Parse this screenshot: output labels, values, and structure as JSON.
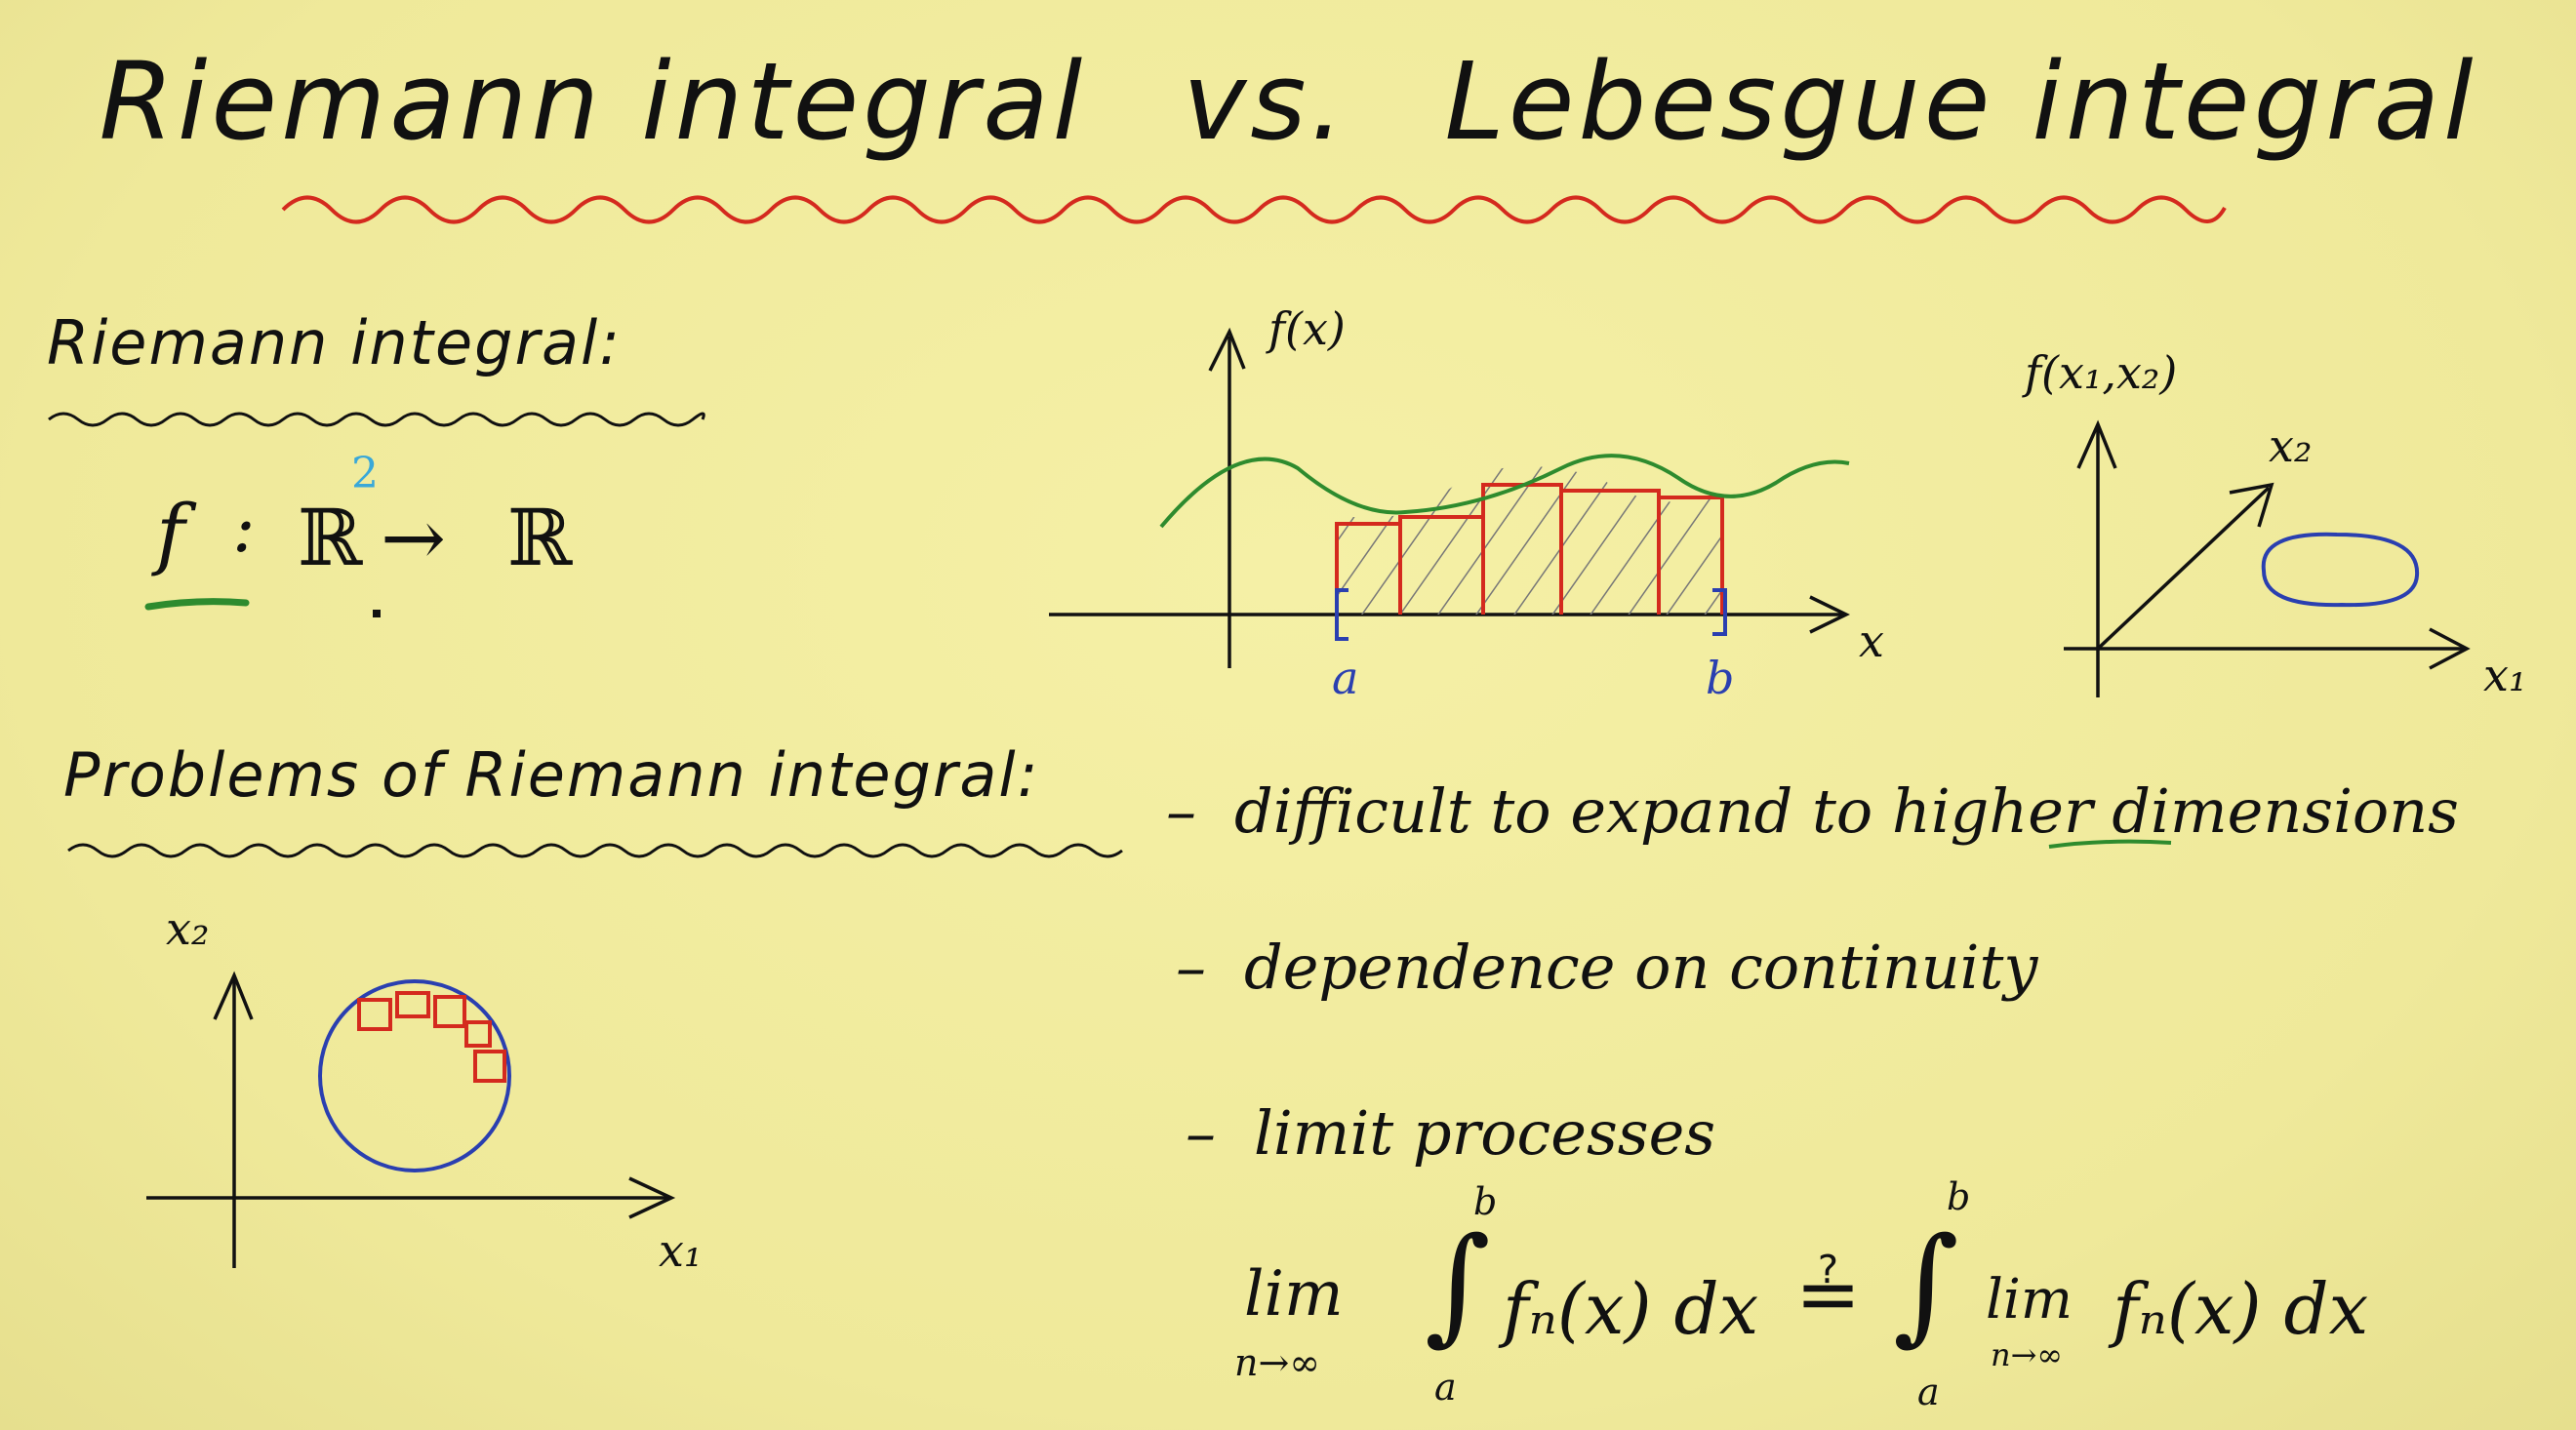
{
  "title": {
    "left": "Riemann integral",
    "vs": "vs.",
    "right": "Lebesgue integral"
  },
  "riemann_section": {
    "heading": "Riemann integral:",
    "mapping": {
      "f": "f",
      "colon": ":",
      "domain": "ℝ",
      "power": "2",
      "arrow": "→",
      "codomain": "ℝ"
    }
  },
  "graph_1d": {
    "y_label": "f(x)",
    "x_label": "x",
    "a_label": "a",
    "b_label": "b"
  },
  "graph_2d": {
    "z_label": "f(x₁,x₂)",
    "x2_label": "x₂",
    "x1_label": "x₁"
  },
  "problems_section": {
    "heading": "Problems of Riemann integral:",
    "bullets": [
      "difficult to expand to higher dimensions",
      "dependence on continuity",
      "limit processes"
    ],
    "dash": "–"
  },
  "circle_plot": {
    "y_label": "x₂",
    "x_label": "x₁"
  },
  "limit_formula": {
    "lim": "lim",
    "lim_sub": "n→∞",
    "integral_sign": "∫",
    "upper": "b",
    "lower": "a",
    "integrand_left": "fₙ(x) dx",
    "question_eq": "≟",
    "inner_lim": "lim",
    "inner_lim_sub": "n→∞",
    "integrand_right": "fₙ(x) dx"
  },
  "colors": {
    "background": "#f2ec9f",
    "red": "#d42a1e",
    "green": "#2e8b2e",
    "blue": "#2a3fb0",
    "ink": "#111111",
    "cyan": "#3aa8d8"
  }
}
